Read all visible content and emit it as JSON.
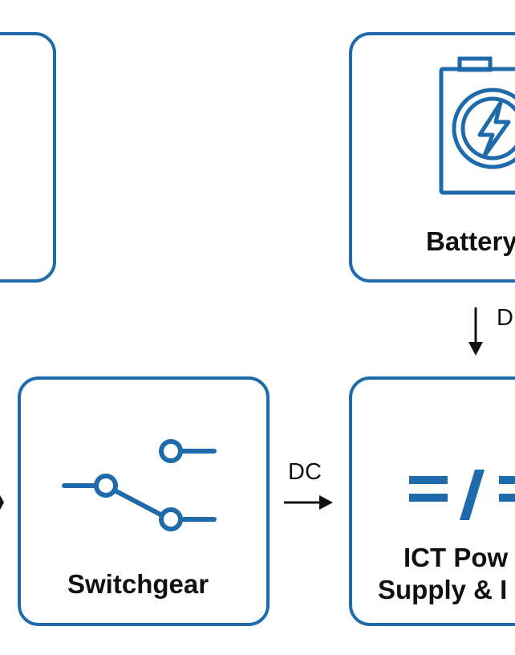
{
  "diagram": {
    "nodes": {
      "left_top": {
        "label": ""
      },
      "battery": {
        "label": "Battery"
      },
      "switchgear": {
        "label": "Switchgear"
      },
      "ict": {
        "label_line1": "ICT Pow",
        "label_line2": "Supply & I"
      }
    },
    "connections": {
      "switchgear_to_ict": {
        "label": "DC"
      },
      "battery_to_ict": {
        "label": "D"
      }
    },
    "colors": {
      "box_border": "#1f6aab",
      "icon": "#1f6aab",
      "arrow": "#111111",
      "text": "#111111"
    },
    "icons": {
      "battery": "battery-charging-icon",
      "switchgear": "switch-icon",
      "ict": "dc-converter-icon"
    }
  }
}
